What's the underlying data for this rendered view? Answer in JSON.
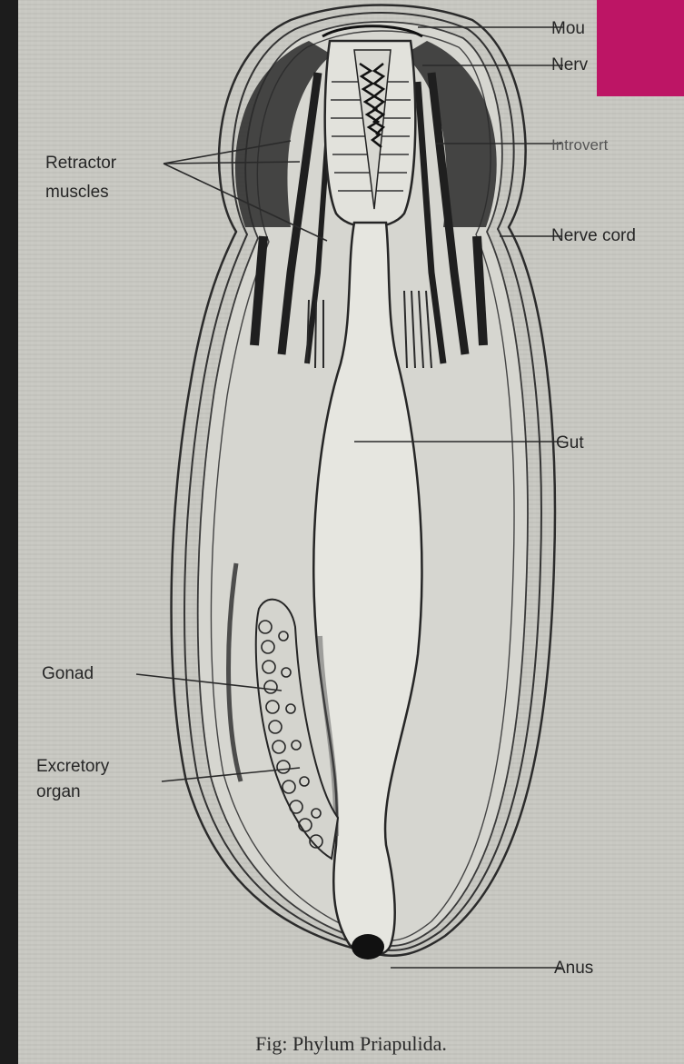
{
  "labels": {
    "mouth": "Mou",
    "nerve_ring": "Nerv",
    "introvert": "Introvert",
    "retractor_muscles_1": "Retractor",
    "retractor_muscles_2": "muscles",
    "nerve_cord": "Nerve cord",
    "gut": "Gut",
    "gonad": "Gonad",
    "excretory_organ_1": "Excretory",
    "excretory_organ_2": "organ",
    "anus": "Anus"
  },
  "caption": "Fig: Phylum Priapulida.",
  "colors": {
    "paper": "#c8c8c2",
    "ink": "#262626",
    "left_border": "#1c1c1c",
    "corner_tag": "#bd1565"
  }
}
